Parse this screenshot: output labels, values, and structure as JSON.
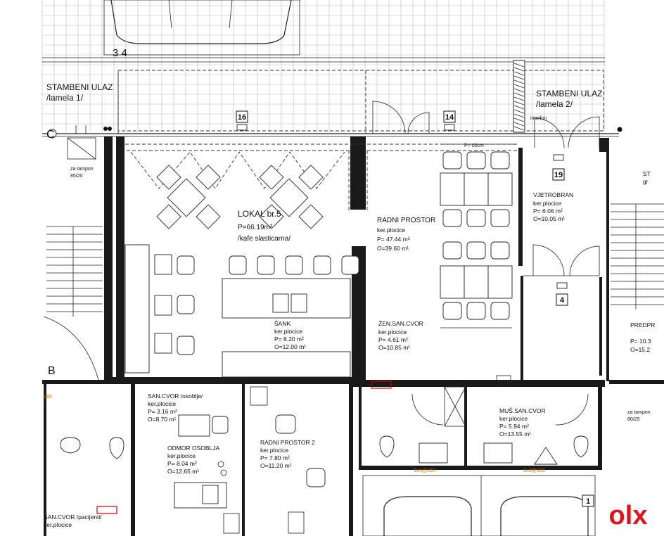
{
  "labels": {
    "stambeni_ulaz_1": "STAMBENI ULAZ",
    "lamela_1": "/lamela 1/",
    "stambeni_ulaz_2": "STAMBENI ULAZ",
    "lamela_2": "/lamela 2/",
    "interfon": "interfon",
    "za_tampon_1": "za tampon",
    "za_tampon_1_dim": "85/20",
    "pc": "P= 00cm",
    "grid_c": "C",
    "grid_b": "B",
    "row_34": "3  4",
    "lokal_title": "LOKAL br.5",
    "lokal_area": "P=66.19m²",
    "lokal_use": "/kafe slasticarna/",
    "radni_title": "RADNI PROSTOR",
    "radni_floor": "ker.plocice",
    "radni_area": "P= 47.44 m²",
    "radni_perim": "O=39.60 m¹",
    "vjetro_title": "VJETROBRAN",
    "vjetro_floor": "ker.plocice",
    "vjetro_area": "P=  6.06 m²",
    "vjetro_perim": "O=10.05 m¹",
    "sank_title": "ŠANK",
    "sank_floor": "ker.plocice",
    "sank_area": "P=  8.20 m²",
    "sank_perim": "O=12.00 m¹",
    "zen_title": "ŽEN.SAN.CVOR",
    "zen_floor": "ker.plocice",
    "zen_area": "P=  4.61 m²",
    "zen_perim": "O=10.85 m¹",
    "san_title": "SAN.CVOR /osoblje/",
    "san_floor": "ker.plocice",
    "san_area": "P= 3.16 m²",
    "san_perim": "O=8.70 m¹",
    "odmor_title": "ODMOR OSOBLJA",
    "odmor_floor": "ker.plocice",
    "odmor_area": "P=  8.04 m²",
    "odmor_perim": "O=12.65 m¹",
    "radni2_title": "RADNI PROSTOR 2",
    "radni2_floor": "ker.plocice",
    "radni2_area": "P=  7.80 m²",
    "radni2_perim": "O=11.20 m¹",
    "mus_title": "MUŠ.SAN.CVOR",
    "mus_floor": "ker.plocice",
    "mus_area": "P=  5.94 m²",
    "mus_perim": "O=13.55 m¹",
    "predpr_title": "PREDPR",
    "predpr_area": "P= 10.3",
    "predpr_perim": "O=15.2",
    "san_pac": "SAN.CVOR /pacijenti/",
    "san_pac_floor": "ker.plocice",
    "za_tampon_2": "za tampon",
    "za_tampon_2_dim": "80/25",
    "sv1": "Sv1@160",
    "sv2": "Sv2@160",
    "orange_left": "160",
    "st_partial": "ST",
    "gr_partial": "gr"
  },
  "tags": {
    "t16": "16",
    "t14": "14",
    "t19": "19",
    "t4": "4",
    "t1": "1"
  },
  "logo": {
    "text": "olx"
  },
  "colors": {
    "wall": "#1a1a1a",
    "accent_red": "#d20000",
    "accent_orange": "#d07000",
    "logo_red": "#e0131c"
  }
}
